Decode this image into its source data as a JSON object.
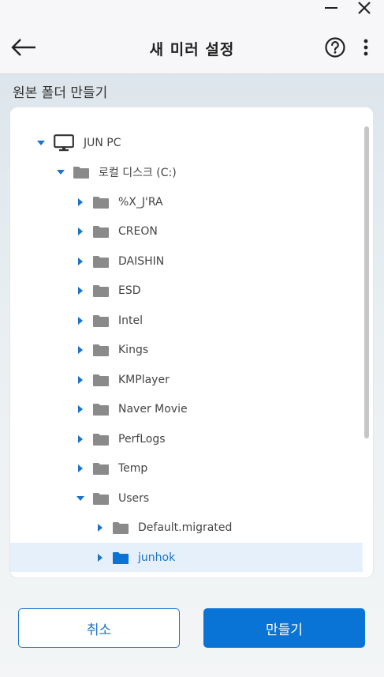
{
  "header": {
    "title": "새 미러 설정"
  },
  "section": {
    "label": "원본 폴더 만들기"
  },
  "tree": {
    "items": [
      {
        "label": "JUN PC",
        "type": "computer",
        "level": 0,
        "expanded": true,
        "selected": false
      },
      {
        "label": "로컬 디스크 (C:)",
        "type": "folder",
        "level": 1,
        "expanded": true,
        "selected": false
      },
      {
        "label": "%X_J'RA",
        "type": "folder",
        "level": 2,
        "expanded": false,
        "selected": false
      },
      {
        "label": "CREON",
        "type": "folder",
        "level": 2,
        "expanded": false,
        "selected": false
      },
      {
        "label": "DAISHIN",
        "type": "folder",
        "level": 2,
        "expanded": false,
        "selected": false
      },
      {
        "label": "ESD",
        "type": "folder",
        "level": 2,
        "expanded": false,
        "selected": false
      },
      {
        "label": "Intel",
        "type": "folder",
        "level": 2,
        "expanded": false,
        "selected": false
      },
      {
        "label": "Kings",
        "type": "folder",
        "level": 2,
        "expanded": false,
        "selected": false
      },
      {
        "label": "KMPlayer",
        "type": "folder",
        "level": 2,
        "expanded": false,
        "selected": false
      },
      {
        "label": "Naver Movie",
        "type": "folder",
        "level": 2,
        "expanded": false,
        "selected": false
      },
      {
        "label": "PerfLogs",
        "type": "folder",
        "level": 2,
        "expanded": false,
        "selected": false
      },
      {
        "label": "Temp",
        "type": "folder",
        "level": 2,
        "expanded": false,
        "selected": false
      },
      {
        "label": "Users",
        "type": "folder",
        "level": 2,
        "expanded": true,
        "selected": false
      },
      {
        "label": "Default.migrated",
        "type": "folder",
        "level": 3,
        "expanded": false,
        "selected": false
      },
      {
        "label": "junhok",
        "type": "folder",
        "level": 3,
        "expanded": false,
        "selected": true
      }
    ]
  },
  "buttons": {
    "cancel_label": "취소",
    "create_label": "만들기"
  },
  "colors": {
    "accent": "#0a73d6",
    "caret": "#1a73c8",
    "folder": "#8a8a8a",
    "folder_selected": "#0a73d6",
    "selected_row": "#e5f0fa"
  }
}
